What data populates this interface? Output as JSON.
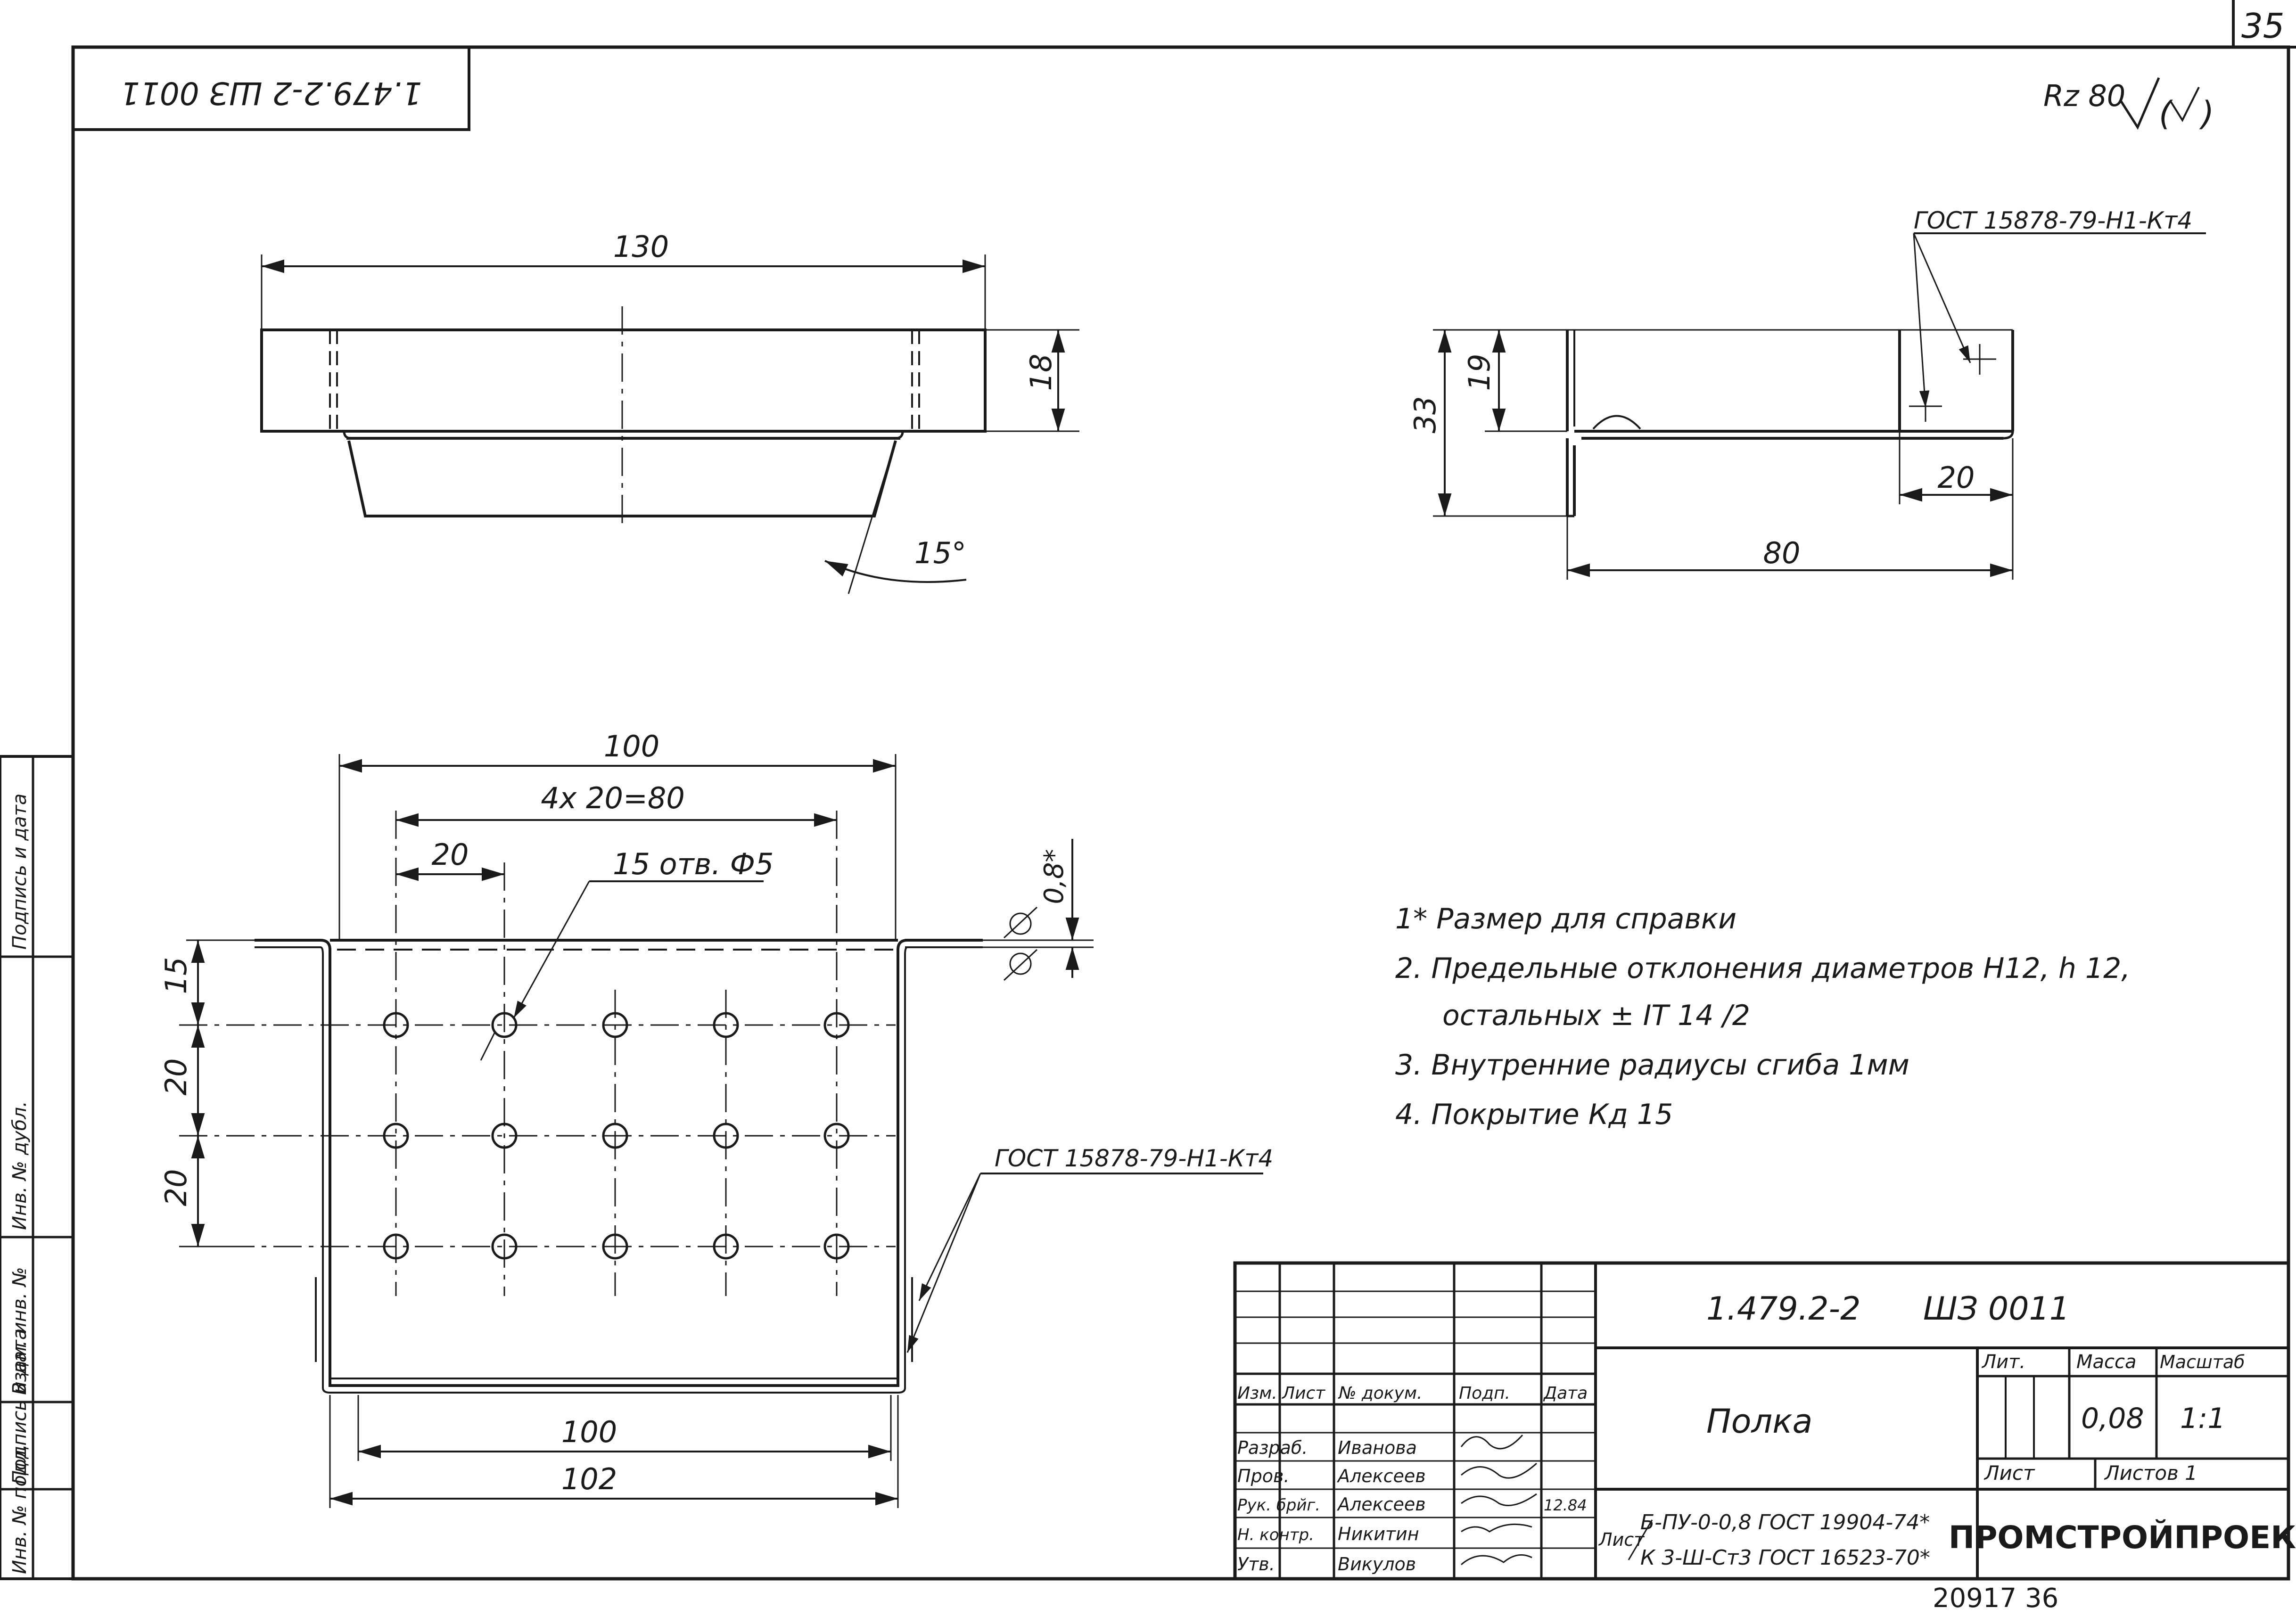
{
  "sheet_number": "35",
  "stamp_top": "1.479.2-2 ШЗ 0011",
  "roughness": "Rz 80",
  "views": {
    "front": {
      "dim_width": "130",
      "dim_height": "18",
      "dim_angle": "15°"
    },
    "side": {
      "weld_note": "ГОСТ 15878-79-Н1-Кт4",
      "dim_19": "19",
      "dim_33": "33",
      "dim_20": "20",
      "dim_80": "80"
    },
    "plan": {
      "dim_100_top": "100",
      "dim_pitch": "4x 20=80",
      "dim_20": "20",
      "holes_note": "15 отв. Ф5",
      "dim_thickness": "0,8*",
      "dim_15": "15",
      "dim_20a": "20",
      "dim_20b": "20",
      "weld_note": "ГОСТ 15878-79-Н1-Кт4",
      "dim_100_bottom": "100",
      "dim_102": "102"
    }
  },
  "notes": [
    "1* Размер для справки",
    "2. Предельные отклонения диаметров Н12, h 12,",
    "остальных ± IT 14 /2",
    "3. Внутренние радиусы сгиба 1мм",
    "4. Покрытие Кд 15"
  ],
  "side_stamp": {
    "cells": [
      "Инв. № подл.",
      "Подпись и дата",
      "Взам. инв. №",
      "Инв. № дубл.",
      "Подпись и дата"
    ]
  },
  "title_block": {
    "doc_number": "1.479.2-2",
    "doc_code": "ШЗ 0011",
    "name": "Полка",
    "headers": {
      "izm": "Изм.",
      "list": "Лист",
      "doc": "№ докум.",
      "sign": "Подп.",
      "date": "Дата"
    },
    "rows": [
      {
        "role": "Разраб.",
        "name": "Иванова"
      },
      {
        "role": "Пров.",
        "name": "Алексеев"
      },
      {
        "role": "Рук. брйг.",
        "name": "Алексеев"
      },
      {
        "role": "Н. контр.",
        "name": "Никитин"
      },
      {
        "role": "Утв.",
        "name": "Викулов"
      }
    ],
    "date_mark": "12.84",
    "lit_label": "Лит.",
    "mass_label": "Масса",
    "scale_label": "Масштаб",
    "mass": "0,08",
    "scale": "1:1",
    "sheet_label": "Лист",
    "sheets_label": "Листов 1",
    "material_prefix": "Лист",
    "material_1": "Б-ПУ-0-0,8 ГОСТ 19904-74*",
    "material_2": "К 3-Ш-Ст3 ГОСТ 16523-70*",
    "org": "ПРОМСТРОЙПРОЕКТ"
  },
  "bottom_mark": "20917 36"
}
